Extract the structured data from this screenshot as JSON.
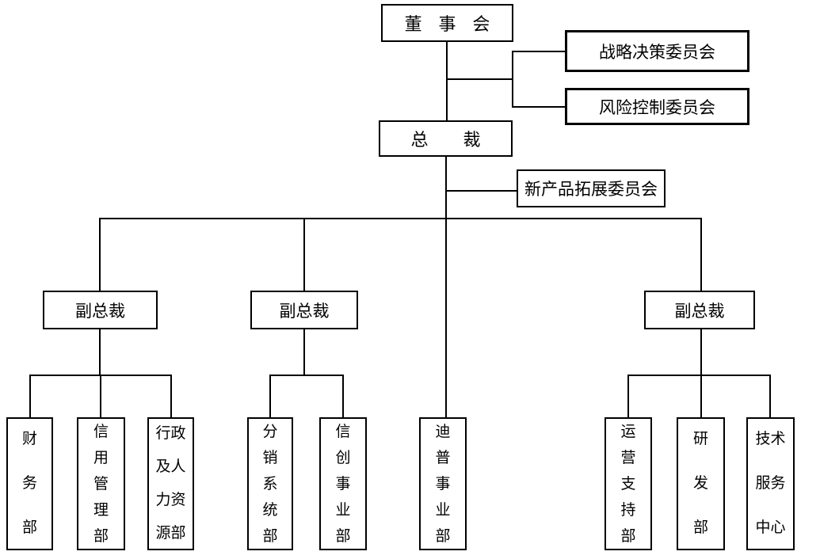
{
  "diagram": {
    "type": "org-chart",
    "background_color": "#ffffff",
    "line_color": "#000000",
    "nodes": {
      "board": {
        "name": "董事会",
        "display": "董 事 会"
      },
      "strategy_committee": {
        "name": "战略决策委员会",
        "display": "战略决策委员会"
      },
      "risk_committee": {
        "name": "风险控制委员会",
        "display": "风险控制委员会"
      },
      "president": {
        "name": "总裁",
        "display": "总　　裁"
      },
      "new_product_committee": {
        "name": "新产品拓展委员会",
        "display": "新产品拓展委员会"
      },
      "vp1": {
        "name": "副总裁",
        "display": "副总裁"
      },
      "vp2": {
        "name": "副总裁",
        "display": "副总裁"
      },
      "vp3": {
        "name": "副总裁",
        "display": "副总裁"
      },
      "finance": {
        "name": "财务部",
        "display": "财\n务\n部"
      },
      "credit": {
        "name": "信用管理部",
        "display": "信\n用\n管\n理\n部"
      },
      "admin_hr": {
        "name": "行政及人力资源部",
        "display": "行政\n及人\n力资\n源部"
      },
      "distribution": {
        "name": "分销系统部",
        "display": "分\n销\n系\n统\n部"
      },
      "xinchuang": {
        "name": "信创事业部",
        "display": "信\n创\n事\n业\n部"
      },
      "dipu": {
        "name": "迪普事业部",
        "display": "迪\n普\n事\n业\n部"
      },
      "ops_support": {
        "name": "运营支持部",
        "display": "运\n营\n支\n持\n部"
      },
      "rnd": {
        "name": "研发部",
        "display": "研\n发\n部"
      },
      "tech_service": {
        "name": "技术服务中心",
        "display": "技术\n服务\n中心"
      }
    },
    "edges": [
      "董事会-总裁",
      "董事会-战略决策委员会",
      "董事会-风险控制委员会",
      "总裁-新产品拓展委员会",
      "总裁-副总裁(1)",
      "总裁-副总裁(2)",
      "总裁-副总裁(3)",
      "总裁-迪普事业部",
      "副总裁(1)-财务部",
      "副总裁(1)-信用管理部",
      "副总裁(1)-行政及人力资源部",
      "副总裁(2)-分销系统部",
      "副总裁(2)-信创事业部",
      "副总裁(3)-运营支持部",
      "副总裁(3)-研发部",
      "副总裁(3)-技术服务中心"
    ]
  }
}
